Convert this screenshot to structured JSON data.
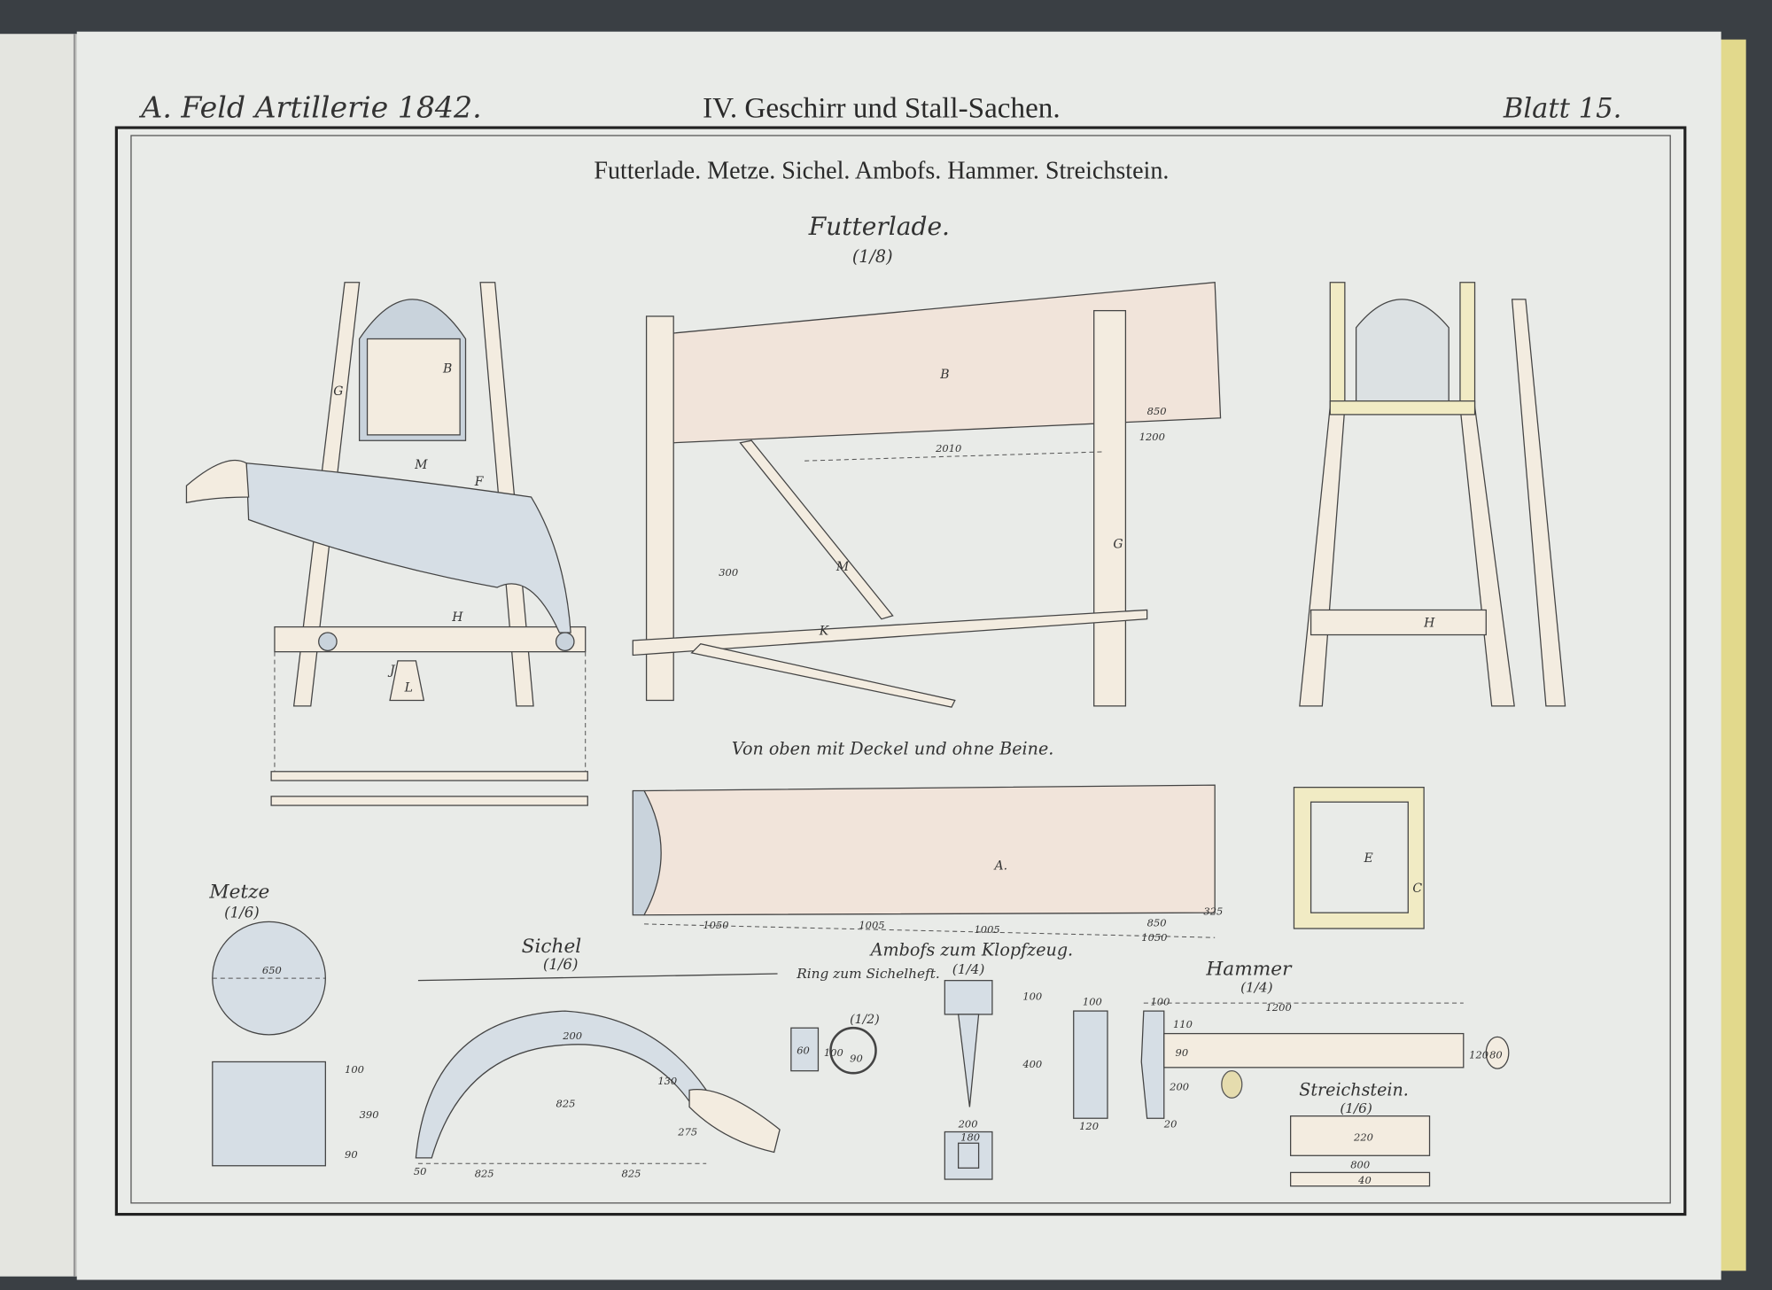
{
  "header": {
    "left": "A. Feld Artillerie 1842.",
    "center": "IV. Geschirr und Stall-Sachen.",
    "right": "Blatt 15."
  },
  "plate_title": "Futterlade. Metze. Sichel. Ambofs. Hammer. Streichstein.",
  "futterlade": {
    "title": "Futterlade.",
    "scale": "(1/8)",
    "top_view_title": "Von oben mit Deckel und ohne Beine.",
    "dims": {
      "d2010": "2010",
      "d850": "850",
      "d1200": "1200",
      "d300": "300"
    },
    "top_dims": [
      "1050",
      "1005",
      "1005",
      "850",
      "1050",
      "325"
    ],
    "letters": {
      "B": "B",
      "G": "G",
      "F": "F",
      "M": "M",
      "K": "K",
      "H": "H",
      "J": "J",
      "L": "L",
      "A": "A.",
      "E": "E",
      "C": "C"
    }
  },
  "metze": {
    "title": "Metze",
    "scale": "(1/6)",
    "dims": [
      "650",
      "100",
      "390",
      "90"
    ]
  },
  "sichel": {
    "title": "Sichel",
    "scale": "(1/6)",
    "dims": [
      "200",
      "825",
      "825",
      "825",
      "275",
      "130",
      "50"
    ]
  },
  "ring": {
    "title": "Ring zum Sichelheft.",
    "scale": "(1/2)",
    "dims": [
      "60",
      "100",
      "90"
    ]
  },
  "ambofs": {
    "title": "Ambofs zum Klopfzeug.",
    "scale": "(1/4)",
    "dims": [
      "100",
      "400",
      "200",
      "180"
    ]
  },
  "hammer": {
    "title": "Hammer",
    "scale": "(1/4)",
    "dims": [
      "100",
      "100",
      "1200",
      "120",
      "80",
      "110",
      "90",
      "200",
      "20",
      "120"
    ]
  },
  "streichstein": {
    "title": "Streichstein.",
    "scale": "(1/6)",
    "dims": [
      "220",
      "800",
      "40"
    ]
  },
  "colors": {
    "paper": "#e9ebe8",
    "wood": "#f3ece0",
    "steel": "#c9d3dc",
    "yellow_wood": "#f1ebc4"
  }
}
